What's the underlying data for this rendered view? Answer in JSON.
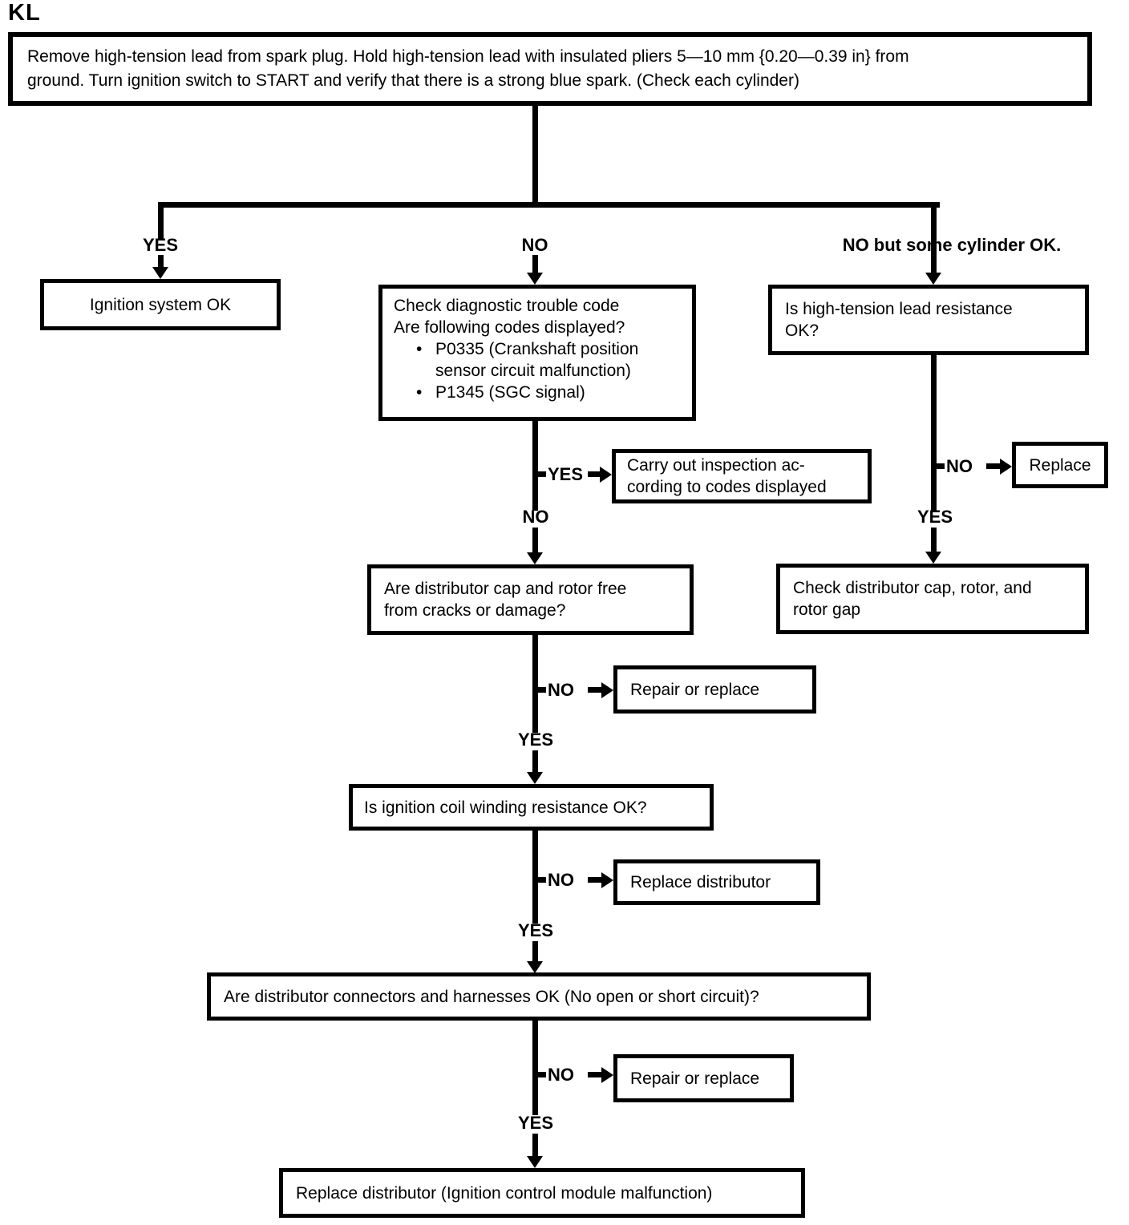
{
  "page_title": "KL",
  "colors": {
    "ink": "#000000",
    "paper": "#ffffff"
  },
  "bullet_glyph": "•",
  "labels": {
    "yes": "YES",
    "no": "NO",
    "no_but_some": "NO but some cylinder OK."
  },
  "boxes": {
    "start": {
      "line1": "Remove high-tension lead from spark plug. Hold high-tension lead with insulated pliers 5—10 mm {0.20—0.39 in} from",
      "line2": "ground. Turn ignition switch to START and verify that there is a strong blue spark. (Check each cylinder)"
    },
    "ignition_system_ok": {
      "text": "Ignition system OK"
    },
    "check_dtc": {
      "line1": "Check diagnostic trouble code",
      "line2": "Are following codes displayed?",
      "bullet1_line1": "P0335 (Crankshaft position",
      "bullet1_line2": "sensor circuit malfunction)",
      "bullet2": "P1345 (SGC signal)"
    },
    "high_tension_lead": {
      "line1": "Is high-tension lead resistance",
      "line2": "OK?"
    },
    "carry_out_inspection": {
      "line1": "Carry out inspection ac-",
      "line2": "cording to codes displayed"
    },
    "replace": {
      "text": "Replace"
    },
    "check_distributor_cap": {
      "line1": "Check distributor cap, rotor, and",
      "line2": "rotor gap"
    },
    "distributor_cap_rotor": {
      "line1": "Are distributor cap and rotor free",
      "line2": "from cracks or damage?"
    },
    "repair_or_replace_1": {
      "text": "Repair or replace"
    },
    "ignition_coil": {
      "text": "Is ignition coil winding resistance OK?"
    },
    "replace_distributor": {
      "text": "Replace distributor"
    },
    "connectors_harnesses": {
      "text": "Are distributor connectors and harnesses OK (No open or short circuit)?"
    },
    "repair_or_replace_2": {
      "text": "Repair or replace"
    },
    "final_replace_distributor": {
      "text": "Replace distributor (Ignition control module malfunction)"
    }
  }
}
